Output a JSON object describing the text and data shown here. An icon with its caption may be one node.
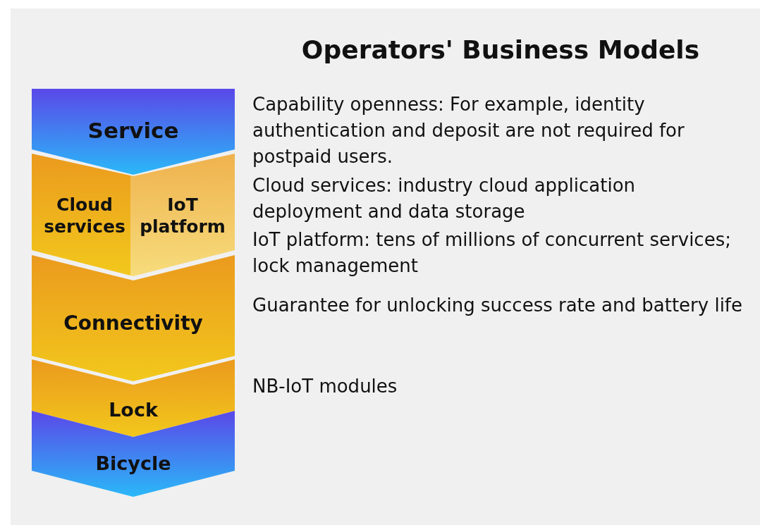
{
  "diagram": {
    "title": "Operators' Business Models",
    "nodes": [
      {
        "text": [
          "Service"
        ]
      },
      {
        "text": [
          "Cloud services"
        ]
      },
      {
        "text": [
          "IoT platform"
        ]
      },
      {
        "text": [
          "Connectivity"
        ]
      },
      {
        "text": [
          "Lock"
        ]
      },
      {
        "text": [
          "Bicycle"
        ]
      }
    ],
    "labels": [
      "Capability openness: For example, identity authentication and deposit are not required for postpaid users.",
      "Cloud services: industry cloud application deployment and data storage",
      "IoT platform: tens of millions of concurrent services; lock management",
      "Guarantee for unlocking success rate and battery life",
      "NB-IoT modules"
    ]
  }
}
